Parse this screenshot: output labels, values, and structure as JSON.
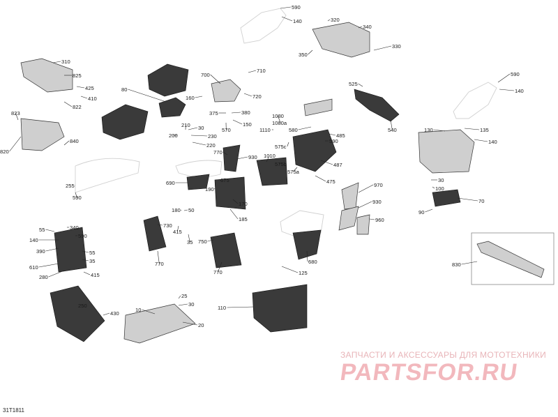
{
  "diagram": {
    "code": "31T1811",
    "watermark_text": "ЗАПЧАСТИ И АКСЕССУАРЫ ДЛЯ МОТОТЕХНИКИ",
    "watermark_logo": "PARTSFOR.RU"
  },
  "labels": [
    "590",
    "140",
    "320",
    "340",
    "330",
    "350",
    "310",
    "825",
    "425",
    "410",
    "822",
    "710",
    "700",
    "720",
    "160",
    "375",
    "380",
    "150",
    "570",
    "80",
    "823",
    "820",
    "840",
    "210",
    "30",
    "230",
    "200",
    "220",
    "1080",
    "1080a",
    "1110",
    "575c",
    "580",
    "485",
    "590",
    "487",
    "525",
    "540",
    "590",
    "140",
    "130",
    "135",
    "140",
    "770",
    "930",
    "1010",
    "575b",
    "575a",
    "475",
    "690",
    "675",
    "190",
    "170",
    "185",
    "255",
    "590",
    "970",
    "930",
    "960",
    "30",
    "100",
    "70",
    "90",
    "180",
    "50",
    "730",
    "415",
    "35",
    "770",
    "750",
    "770",
    "55",
    "340",
    "140",
    "590",
    "390",
    "55",
    "610",
    "35",
    "280",
    "415",
    "680",
    "125",
    "830",
    "250",
    "430",
    "10",
    "25",
    "30",
    "20",
    "110"
  ]
}
